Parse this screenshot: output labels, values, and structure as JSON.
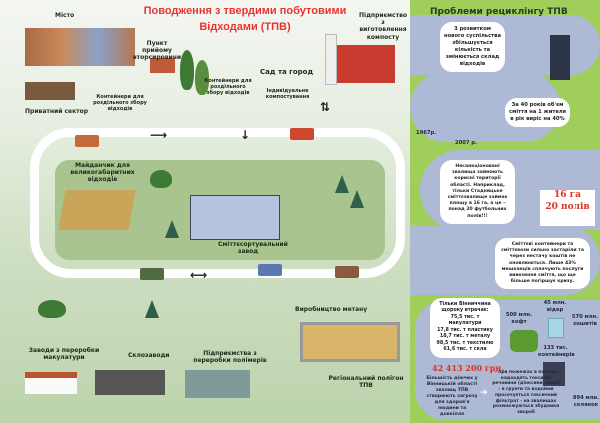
{
  "left": {
    "title": "Поводження з твердими побутовими Відходами (ТПВ)",
    "labels": {
      "city": "Місто",
      "recycling_point": "Пункт прийому вторсировини",
      "compost_plant": "Підприємство з виготовлення компосту",
      "garden": "Сад та город",
      "containers_1": "Контейнери для роздільного збору відходів",
      "containers_2": "Контейнери для роздільного збору відходів",
      "home_compost": "Індивідуальне компостування",
      "private_sector": "Приватний сектор",
      "bulky_site": "Майданчик для великогабаритних відходів",
      "sorting_plant": "Сміттєсортувальний завод",
      "methane": "Виробництво метану",
      "landfill": "Регіональний полігон ТПВ",
      "paper_plants": "Заводи з переробки макулатури",
      "glass_plants": "Склозаводи",
      "polymer_plants": "Підприємства з переробки полімерів"
    }
  },
  "right": {
    "title": "Проблеми рециклінгу ТПВ",
    "bubble1": "З розвитком нового суспільства збільшується кількість та змінюється склад відходів",
    "year1": "1967р.",
    "year2": "2007 р.",
    "bubble2": "За 40 років об'єм сміття на 1 жителя в рік виріс на 40%",
    "bubble3": "Несанкціоновані звалища займають корисні території області. Наприклад, тільки Стадницьке сміттєзвалище займає площу в 16 га, а це – понад 20 футбольних полів!!!",
    "area": "16 га",
    "fields": "20 полів",
    "bubble4": "Сміттєві контейнери та сміттєвози сильно застаріли та через нестачу коштів не оновлюються. Лише 43% мешканців сплачують послуги вивезення сміття, що ще більше погіршує кризу.",
    "losses_intro": "Тільки Вінниччина щороку втрачає:",
    "losses": [
      "75,5 тис. т макулатури",
      "17,8 тис. т пластику",
      "18,7 тис. т металу",
      "98,5 тис. т текстилю",
      "61,6 тис. т скла"
    ],
    "money": "42 413 200 грн.",
    "items": {
      "sweaters": "500 млн. кофт",
      "buckets": "45 млн. відер",
      "notebooks": "570 млн. зошитів",
      "containers": "133 тис. контейнерів",
      "glasses": "894 млн. склянок"
    },
    "threat": "Більшість діючих у Вінницькій області звалищ ТПВ створюють загрозу для здоров'я людини та довкілля",
    "effects": "- при пожежах в повітря надходять токсичні речовини (діоксини тощо) - в грунти та водойми просочується токсичний фільтрат - на звалищах розмножуються збудники хвороб"
  }
}
